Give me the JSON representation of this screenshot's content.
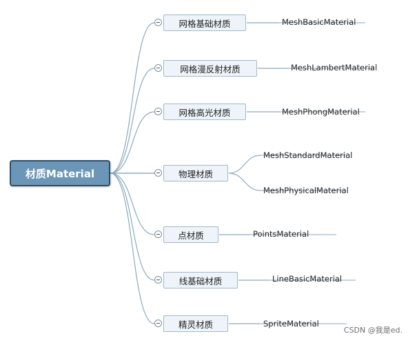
{
  "root": {
    "label": "材质Material"
  },
  "branches": [
    {
      "label": "网格基础材质",
      "leaves": [
        "MeshBasicMaterial"
      ]
    },
    {
      "label": "网格漫反射材质",
      "leaves": [
        "MeshLambertMaterial"
      ]
    },
    {
      "label": "网格高光材质",
      "leaves": [
        "MeshPhongMaterial"
      ]
    },
    {
      "label": "物理材质",
      "leaves": [
        "MeshStandardMaterial",
        "MeshPhysicalMaterial"
      ]
    },
    {
      "label": "点材质",
      "leaves": [
        "PointsMaterial"
      ]
    },
    {
      "label": "线基础材质",
      "leaves": [
        "LineBasicMaterial"
      ]
    },
    {
      "label": "精灵材质",
      "leaves": [
        "SpriteMaterial"
      ]
    }
  ],
  "watermark": "CSDN @我是ed.",
  "colors": {
    "line": "#8aa9bf",
    "root_fill": "#6b96b8",
    "node_fill": "#eef4f9"
  }
}
